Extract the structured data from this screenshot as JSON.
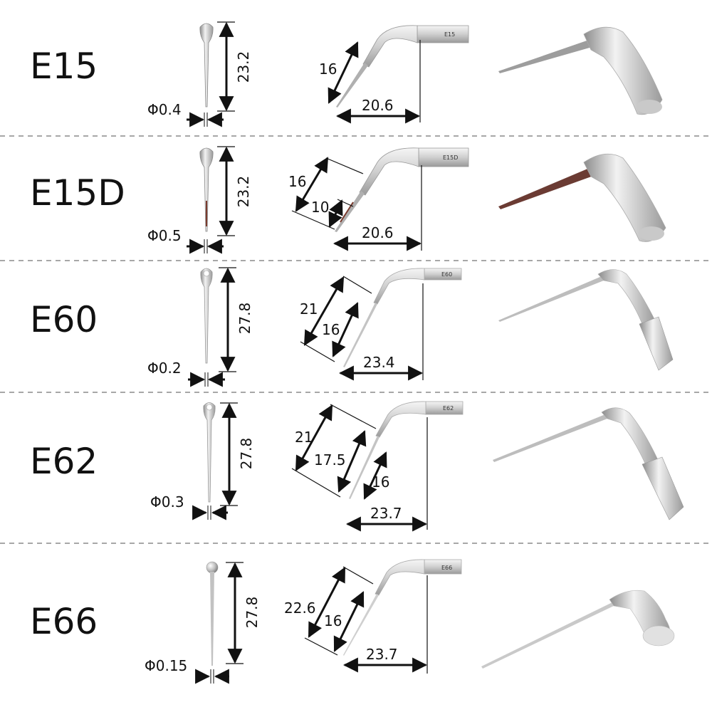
{
  "colors": {
    "separator": "#8a8a8a",
    "dimension": "#111111",
    "metal_light": "#e6e6e6",
    "metal_dark": "#8c8c8c"
  },
  "tips": [
    {
      "model": "E15",
      "engraving": "E15",
      "diameter": "Φ0.4",
      "length": "23.2",
      "dims": [
        "16",
        "20.6"
      ]
    },
    {
      "model": "E15D",
      "engraving": "E15D",
      "diameter": "Φ0.5",
      "length": "23.2",
      "dims": [
        "16",
        "10",
        "20.6"
      ]
    },
    {
      "model": "E60",
      "engraving": "E60",
      "diameter": "Φ0.2",
      "length": "27.8",
      "dims": [
        "21",
        "16",
        "23.4"
      ]
    },
    {
      "model": "E62",
      "engraving": "E62",
      "diameter": "Φ0.3",
      "length": "27.8",
      "dims": [
        "21",
        "17.5",
        "16",
        "23.7"
      ]
    },
    {
      "model": "E66",
      "engraving": "E66",
      "diameter": "Φ0.15",
      "length": "27.8",
      "dims": [
        "22.6",
        "16",
        "23.7"
      ]
    }
  ]
}
